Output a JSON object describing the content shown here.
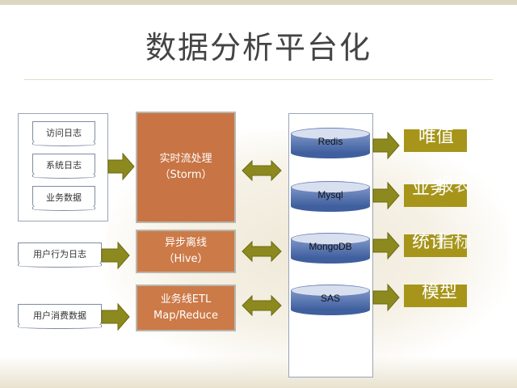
{
  "title": "数据分析平台化",
  "sources": {
    "group": [
      "访问日志",
      "系统日志",
      "业务数据"
    ],
    "user_behavior_log": "用户行为日志",
    "user_consumption_data": "用户消费数据"
  },
  "processing": {
    "realtime": {
      "line1": "实时流处理",
      "line2": "（Storm）"
    },
    "async": {
      "line1": "异步离线",
      "line2": "（Hive）"
    },
    "etl": {
      "line1": "业务线ETL",
      "line2": "Map/Reduce"
    }
  },
  "stores": [
    "Redis",
    "Mysql",
    "MongoDB",
    "SAS"
  ],
  "outputs": [
    {
      "main": "唯值"
    },
    {
      "main": "业务",
      "overlap": "报表"
    },
    {
      "main": "统计",
      "overlap": "指标"
    },
    {
      "main": "模型"
    }
  ],
  "colors": {
    "process": "#c87444",
    "arrow": "#8c8a1e",
    "output": "#a6951a",
    "store": "#4a68a8"
  }
}
